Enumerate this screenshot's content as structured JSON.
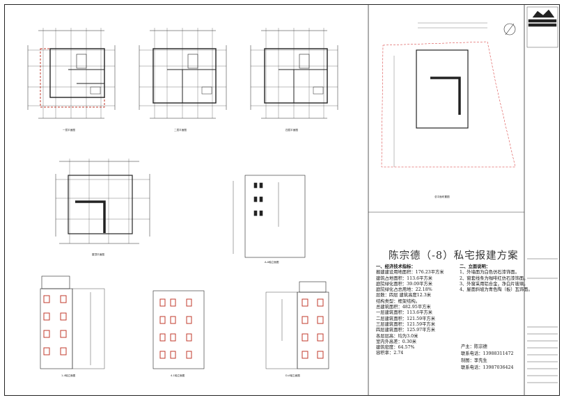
{
  "title": "陈宗德（-8）私宅报建方案",
  "economics": {
    "heading": "一、经济技术指标：",
    "lines": [
      "报建建设用地面积：176.23平方米",
      "建筑占地面积：113.6平方米",
      "庭院绿化面积：39.09平方米",
      "庭院绿化占总用地：22.18%",
      "层数：四层   建筑高度12.3米",
      "结构类型：框架结构。",
      "总建筑面积：482.95平方米",
      "  一层建筑面积：113.6平方米",
      "  二层建筑面积：121.59平方米",
      "  三层建筑面积：121.59平方米",
      "  四层建筑面积：125.97平方米",
      "各层层高：均为3.0米",
      "室内外高差：0.30米",
      "建筑密度：64.57%",
      "容积率：2.74"
    ]
  },
  "elevation_notes": {
    "heading": "二、立面说明：",
    "lines": [
      "1、外墙面为白色仿石漆饰面。",
      "2、窗套线条为咖啡红仿石漆饰面。",
      "3、外窗采用铝合金，净白片玻璃。",
      "4、屋面斜坡为青色陶（板）瓦饰面。"
    ]
  },
  "owner": {
    "owner_line": "产主：陈宗德",
    "phone1_line": "联系电话：13988311472",
    "designer_line": "制图：李先生",
    "phone2_line": "联系电话：13987036424"
  },
  "drawing_labels": {
    "plan1": "一层平面图",
    "plan2": "二层平面图",
    "plan3": "四层平面图",
    "roof": "屋顶平面图",
    "site": "总平面布置图",
    "side_elev": "A-A轴立面图",
    "front_elev": "1-4轴立面图",
    "back_elev": "4-1轴立面图",
    "right_elev": "D-A轴立面图"
  },
  "colors": {
    "wall": "#c0392b",
    "line": "#222222",
    "accent_red": "#d21f1f"
  }
}
